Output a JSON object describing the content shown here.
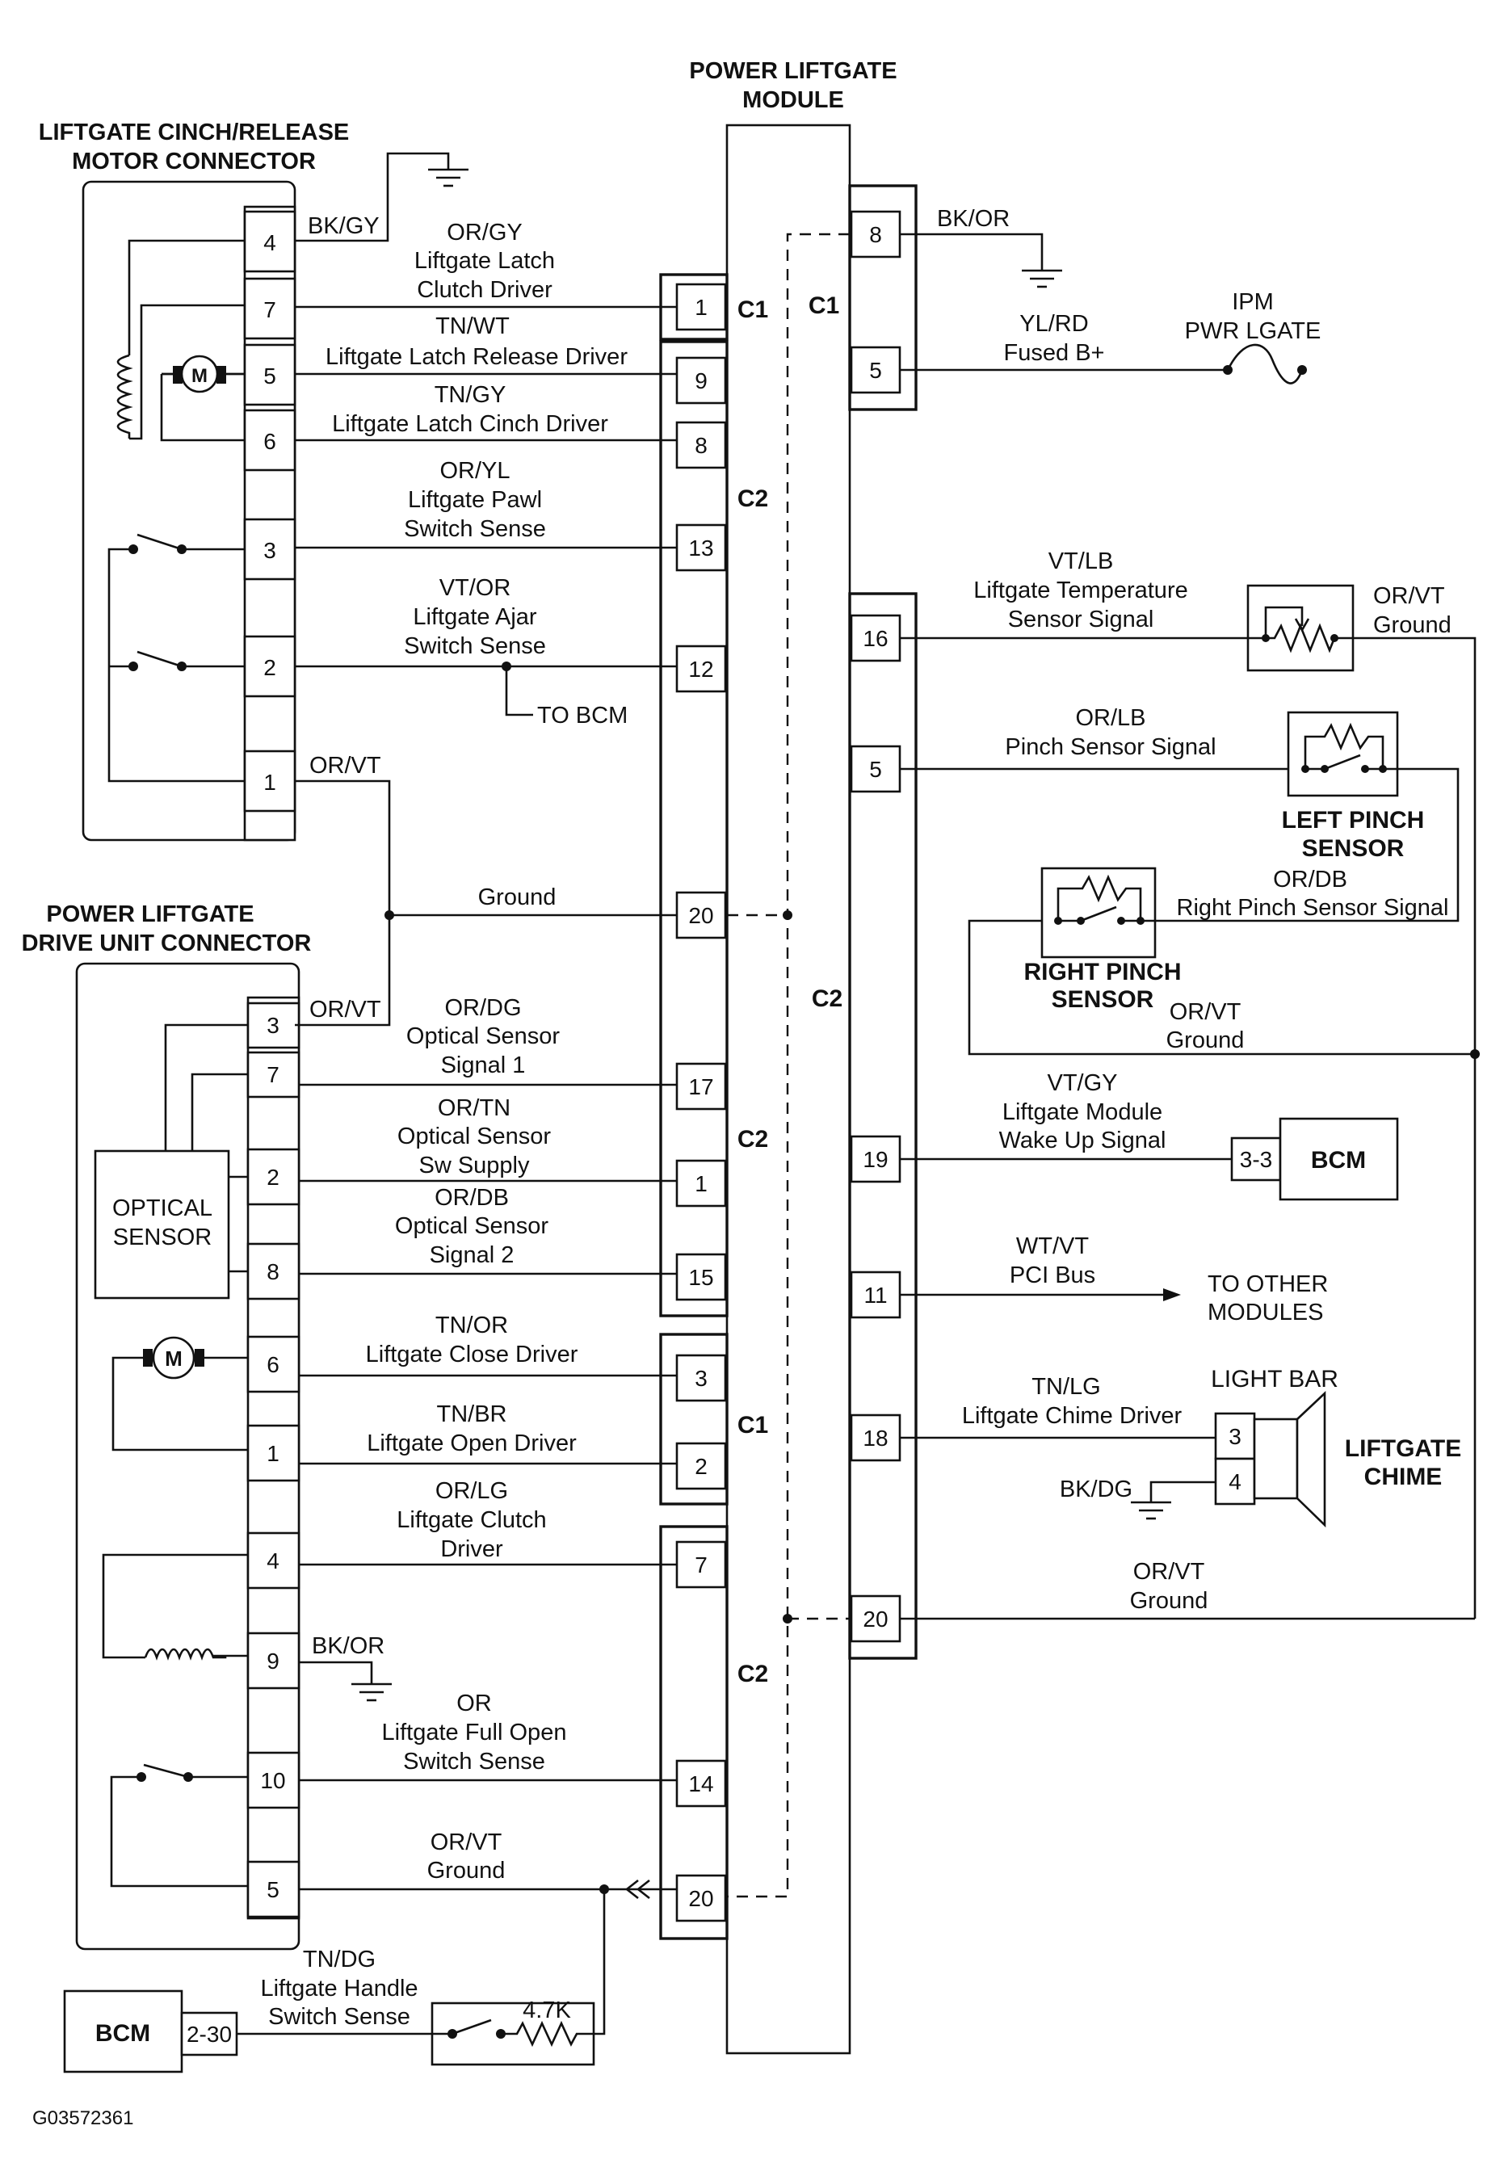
{
  "module_title": [
    "POWER LIFTGATE",
    "MODULE"
  ],
  "cinch_connector": {
    "title": [
      "LIFTGATE CINCH/RELEASE",
      "MOTOR CONNECTOR"
    ],
    "pins": [
      "4",
      "7",
      "5",
      "6",
      "3",
      "2",
      "1"
    ]
  },
  "drive_connector": {
    "title": [
      "POWER LIFTGATE",
      "DRIVE UNIT CONNECTOR"
    ],
    "pins": [
      "3",
      "7",
      "2",
      "8",
      "6",
      "1",
      "4",
      "9",
      "10",
      "5"
    ]
  },
  "optical_sensor": [
    "OPTICAL",
    "SENSOR"
  ],
  "motor_symbol": "M",
  "connector_labels": {
    "c1": "C1",
    "c2": "C2"
  },
  "left_module_pins": [
    "1",
    "9",
    "8",
    "13",
    "12",
    "20",
    "17",
    "1",
    "15",
    "3",
    "2",
    "7",
    "14",
    "20"
  ],
  "right_module_pins": [
    "8",
    "5",
    "16",
    "5",
    "19",
    "11",
    "18",
    "20"
  ],
  "circuits": {
    "bkgy": "BK/GY",
    "orgy": [
      "OR/GY",
      "Liftgate Latch",
      "Clutch Driver"
    ],
    "tnwt": [
      "TN/WT",
      "Liftgate Latch Release Driver"
    ],
    "tngy": [
      "TN/GY",
      "Liftgate Latch Cinch Driver"
    ],
    "oryl": [
      "OR/YL",
      "Liftgate Pawl",
      "Switch Sense"
    ],
    "vtor": [
      "VT/OR",
      "Liftgate Ajar",
      "Switch Sense"
    ],
    "to_bcm": "TO BCM",
    "orvt_1": "OR/VT",
    "ground_20": "Ground",
    "orvt_3": "OR/VT",
    "ordg": [
      "OR/DG",
      "Optical Sensor",
      "Signal 1"
    ],
    "ortn": [
      "OR/TN",
      "Optical Sensor",
      "Sw Supply"
    ],
    "ordb": [
      "OR/DB",
      "Optical Sensor",
      "Signal 2"
    ],
    "tnor": [
      "TN/OR",
      "Liftgate Close Driver"
    ],
    "tnbr": [
      "TN/BR",
      "Liftgate Open Driver"
    ],
    "orlg": [
      "OR/LG",
      "Liftgate Clutch",
      "Driver"
    ],
    "bkor_9": "BK/OR",
    "or_10": [
      "OR",
      "Liftgate Full Open",
      "Switch Sense"
    ],
    "orvt_5": [
      "OR/VT",
      "Ground"
    ],
    "tndg": [
      "TN/DG",
      "Liftgate Handle",
      "Switch Sense"
    ],
    "resistor": "4.7K",
    "bkor_8": "BK/OR",
    "ylrd": [
      "YL/RD",
      "Fused B+"
    ],
    "ipm": [
      "IPM",
      "PWR LGATE"
    ],
    "vtlb": [
      "VT/LB",
      "Liftgate Temperature",
      "Sensor Signal"
    ],
    "orvt_temp": [
      "OR/VT",
      "Ground"
    ],
    "orlb": [
      "OR/LB",
      "Pinch Sensor Signal"
    ],
    "left_pinch": [
      "LEFT PINCH",
      "SENSOR"
    ],
    "ordb_right": [
      "OR/DB",
      "Right Pinch Sensor Signal"
    ],
    "right_pinch": [
      "RIGHT PINCH",
      "SENSOR"
    ],
    "orvt_right": [
      "OR/VT",
      "Ground"
    ],
    "vtgy": [
      "VT/GY",
      "Liftgate Module",
      "Wake Up Signal"
    ],
    "bcm_pin": "3-3",
    "bcm": "BCM",
    "wtvt": [
      "WT/VT",
      "PCI Bus"
    ],
    "other_modules": [
      "TO OTHER",
      "MODULES"
    ],
    "light_bar": "LIGHT BAR",
    "tnlg": [
      "TN/LG",
      "Liftgate Chime Driver"
    ],
    "chime_pins": [
      "3",
      "4"
    ],
    "bkdg": "BK/DG",
    "chime": [
      "LIFTGATE",
      "CHIME"
    ],
    "orvt_20": [
      "OR/VT",
      "Ground"
    ],
    "bcm_bottom": "BCM",
    "bcm_bottom_pin": "2-30"
  },
  "figure_id": "G03572361"
}
